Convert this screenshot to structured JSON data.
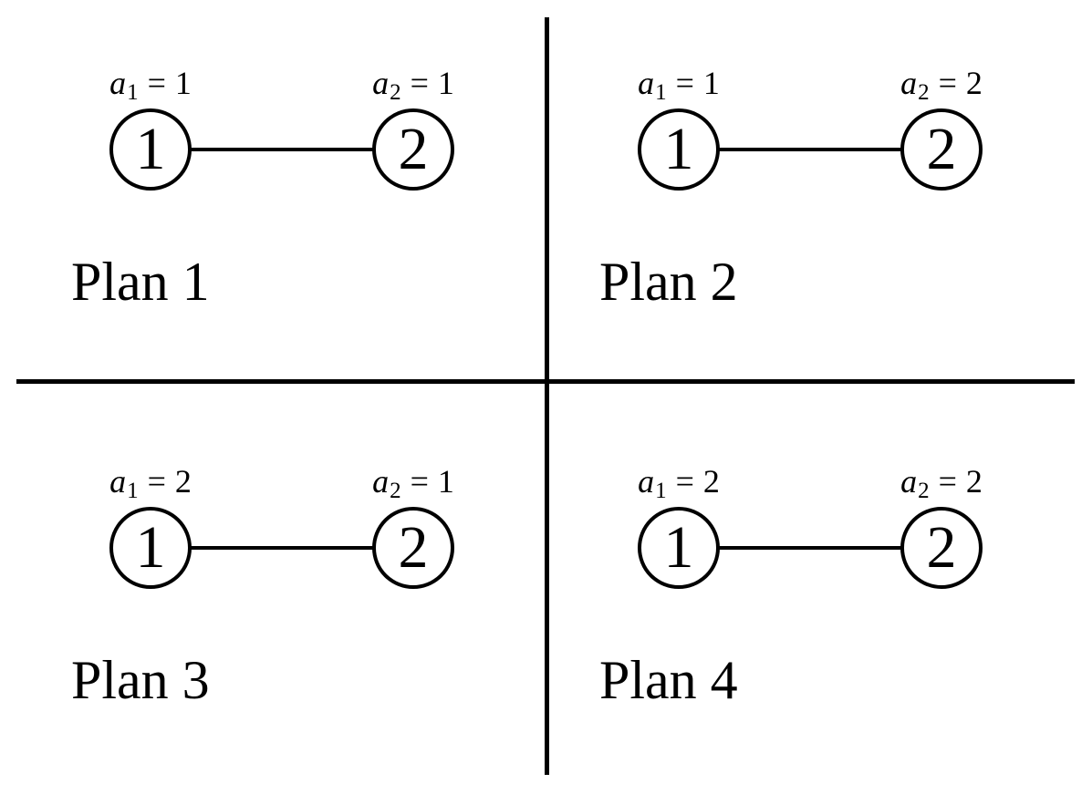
{
  "figure": {
    "background_color": "#ffffff",
    "line_color": "#000000",
    "layout": "2x2 grid of undirected graphs separated by cross dividers"
  },
  "plans": [
    {
      "name": "Plan 1",
      "edge": {
        "from": "1",
        "to": "2"
      },
      "nodes": [
        {
          "id": "1",
          "variable": "a",
          "subscript": "1",
          "equals": "=",
          "value": "1"
        },
        {
          "id": "2",
          "variable": "a",
          "subscript": "2",
          "equals": "=",
          "value": "1"
        }
      ]
    },
    {
      "name": "Plan 2",
      "edge": {
        "from": "1",
        "to": "2"
      },
      "nodes": [
        {
          "id": "1",
          "variable": "a",
          "subscript": "1",
          "equals": "=",
          "value": "1"
        },
        {
          "id": "2",
          "variable": "a",
          "subscript": "2",
          "equals": "=",
          "value": "2"
        }
      ]
    },
    {
      "name": "Plan 3",
      "edge": {
        "from": "1",
        "to": "2"
      },
      "nodes": [
        {
          "id": "1",
          "variable": "a",
          "subscript": "1",
          "equals": "=",
          "value": "2"
        },
        {
          "id": "2",
          "variable": "a",
          "subscript": "2",
          "equals": "=",
          "value": "1"
        }
      ]
    },
    {
      "name": "Plan 4",
      "edge": {
        "from": "1",
        "to": "2"
      },
      "nodes": [
        {
          "id": "1",
          "variable": "a",
          "subscript": "1",
          "equals": "=",
          "value": "2"
        },
        {
          "id": "2",
          "variable": "a",
          "subscript": "2",
          "equals": "=",
          "value": "2"
        }
      ]
    }
  ]
}
